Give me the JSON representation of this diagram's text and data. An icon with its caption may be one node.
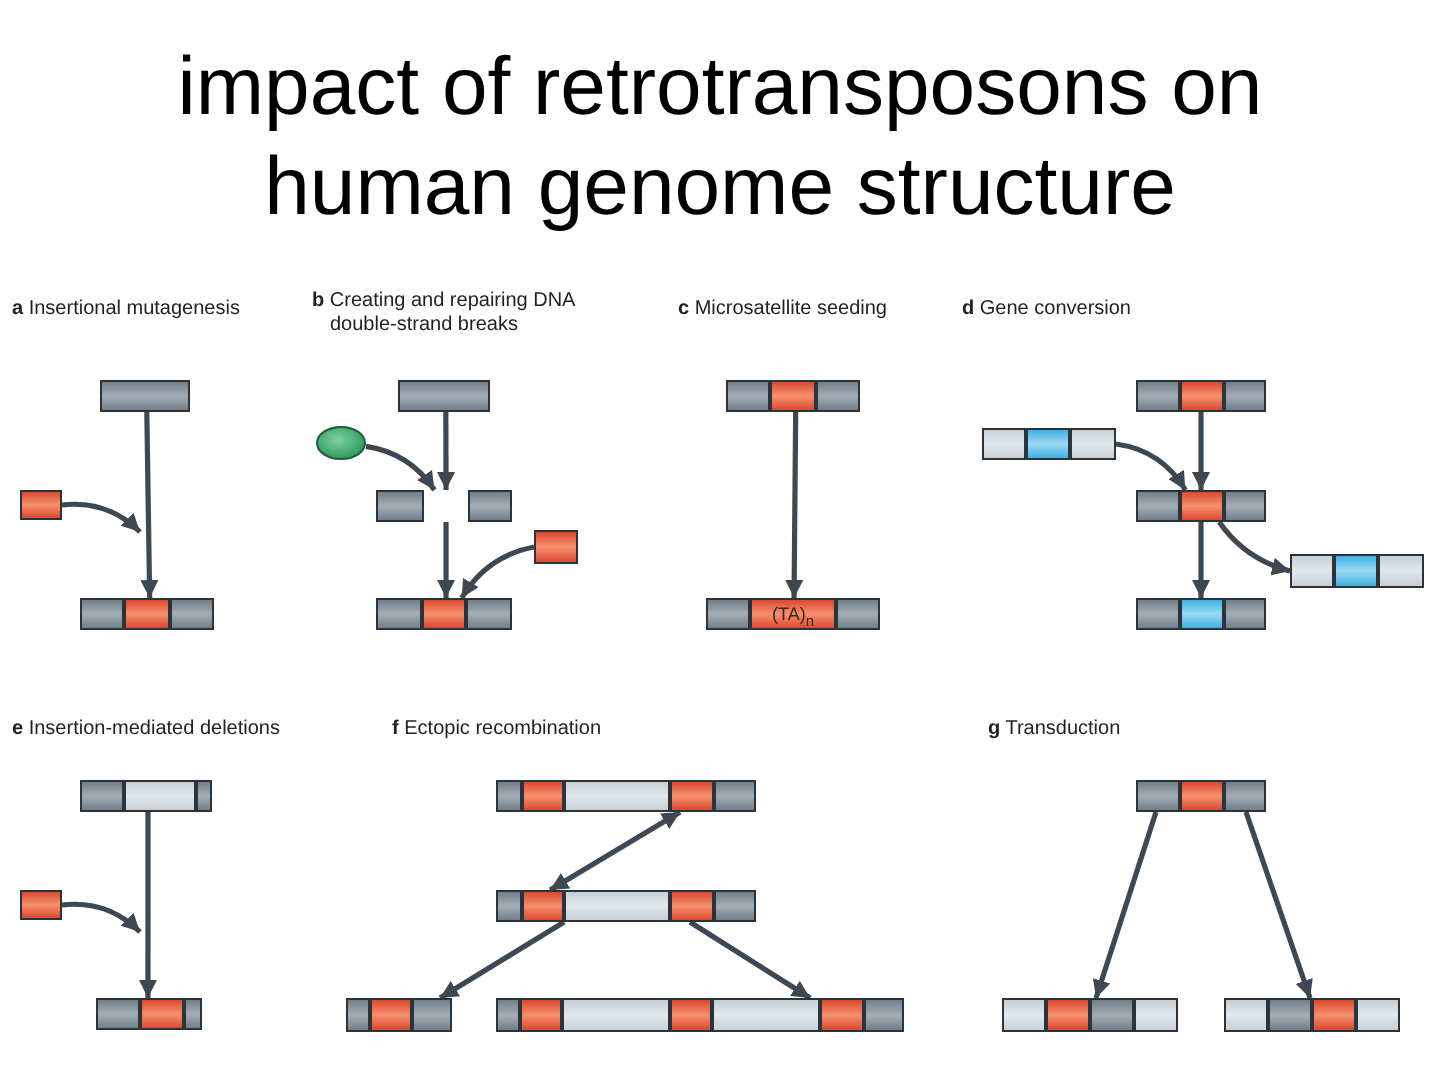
{
  "diagram": {
    "title": "impact of retrotransposons on human genome structure",
    "nodes": [
      {
        "text": [],
        "shape": "bar"
      },
      {
        "text": [],
        "shape": "box"
      },
      {
        "text": [],
        "shape": "bar"
      },
      {
        "text": [],
        "shape": "bar"
      },
      {
        "text": [],
        "shape": "ellipse"
      },
      {
        "text": [],
        "shape": "bar"
      },
      {
        "text": [],
        "shape": "box"
      },
      {
        "text": [],
        "shape": "bar"
      },
      {
        "text": [],
        "shape": "bar"
      },
      {
        "text": [
          "(TA)$_{n}$"
        ]
      },
      {
        "text": [],
        "shape": "bar"
      },
      {
        "text": [],
        "shape": "bar"
      },
      {
        "text": [],
        "shape": "bar"
      },
      {
        "text": [],
        "shape": "bar"
      },
      {
        "text": [],
        "shape": "bar"
      },
      {
        "text": [],
        "shape": "bar"
      },
      {
        "text": [],
        "shape": "box"
      },
      {
        "text": [],
        "shape": "bar"
      },
      {
        "text": [],
        "shape": "bar"
      },
      {
        "text": [],
        "shape": "bar"
      },
      {
        "text": [],
        "shape": "bar"
      },
      {
        "text": [],
        "shape": "bar"
      },
      {
        "text": [],
        "shape": "bar"
      },
      {
        "text": [],
        "shape": "bar"
      },
      {
        "text": [],
        "shape": "bar"
      }
    ],
    "edges": [
      {
        "from": 0,
        "to": 2,
        "arrow": "to"
      },
      {
        "from": 1,
        "to": null,
        "arrow": "to"
      },
      {
        "from": 3,
        "to": 5,
        "arrow": "to"
      },
      {
        "from": 4,
        "to": 5,
        "arrow": "to"
      },
      {
        "from": 5,
        "to": 7,
        "arrow": "to"
      },
      {
        "from": 6,
        "to": 7,
        "arrow": "to"
      },
      {
        "from": 8,
        "to": 9,
        "arrow": "to"
      },
      {
        "from": 10,
        "to": 12,
        "arrow": "to"
      },
      {
        "from": 11,
        "to": 12,
        "arrow": "to"
      },
      {
        "from": 12,
        "to": 14,
        "arrow": "to"
      },
      {
        "from": 12,
        "to": 13,
        "arrow": "to"
      },
      {
        "from": 15,
        "to": 17,
        "arrow": "to"
      },
      {
        "from": 16,
        "to": null,
        "arrow": "to"
      },
      {
        "from": 18,
        "to": 19,
        "arrow": "both"
      },
      {
        "from": 19,
        "to": 20,
        "arrow": "to"
      },
      {
        "from": 19,
        "to": 21,
        "arrow": "to"
      },
      {
        "from": 22,
        "to": 23,
        "arrow": "to"
      },
      {
        "from": 22,
        "to": 24,
        "arrow": "to"
      }
    ],
    "labels": [
      "**a** Insertional mutagenesis",
      "**b** Creating and repairing DNA double-strand breaks",
      "**c** Microsatellite seeding",
      "**d** Gene conversion",
      "**e** Insertion-mediated deletions",
      "**f** Ectopic recombination",
      "**g** Transduction"
    ]
  }
}
